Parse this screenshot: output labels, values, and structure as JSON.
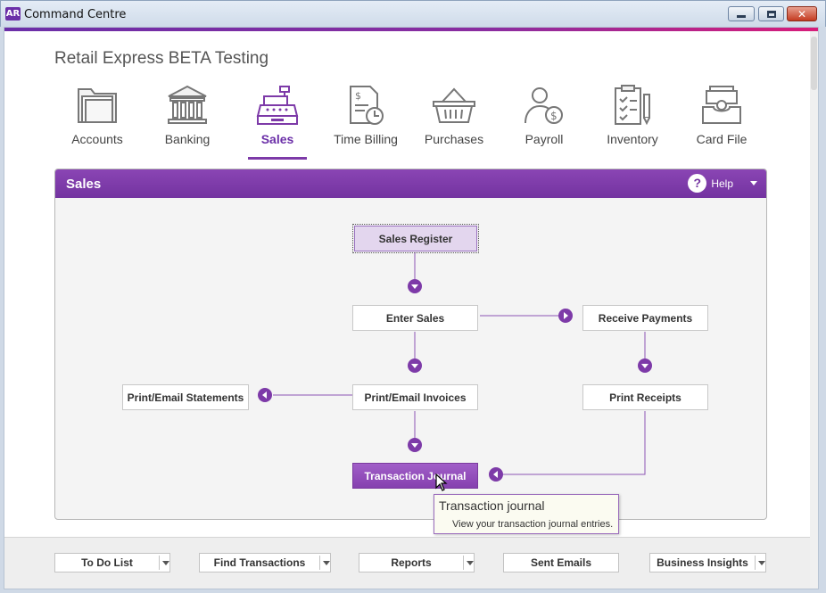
{
  "window": {
    "logo": "AR",
    "title": "Command Centre"
  },
  "company_name": "Retail Express BETA Testing",
  "nav": [
    {
      "label": "Accounts",
      "icon": "folder-icon"
    },
    {
      "label": "Banking",
      "icon": "bank-icon"
    },
    {
      "label": "Sales",
      "icon": "cash-register-icon",
      "active": true
    },
    {
      "label": "Time Billing",
      "icon": "time-billing-icon"
    },
    {
      "label": "Purchases",
      "icon": "basket-icon"
    },
    {
      "label": "Payroll",
      "icon": "payroll-icon"
    },
    {
      "label": "Inventory",
      "icon": "clipboard-icon"
    },
    {
      "label": "Card File",
      "icon": "card-file-icon"
    }
  ],
  "panel": {
    "title": "Sales",
    "help_label": "Help",
    "flow": {
      "sales_register": "Sales Register",
      "enter_sales": "Enter Sales",
      "receive_payments": "Receive Payments",
      "print_email_statements": "Print/Email Statements",
      "print_email_invoices": "Print/Email Invoices",
      "print_receipts": "Print Receipts",
      "transaction_journal": "Transaction Journal"
    }
  },
  "tooltip": {
    "title": "Transaction journal",
    "body": "View your transaction journal entries."
  },
  "bottom_toolbar": [
    {
      "label": "To Do List",
      "dropdown": true
    },
    {
      "label": "Find Transactions",
      "dropdown": true
    },
    {
      "label": "Reports",
      "dropdown": true
    },
    {
      "label": "Sent Emails",
      "dropdown": false
    },
    {
      "label": "Business Insights",
      "dropdown": true
    }
  ],
  "colors": {
    "accent": "#7d3aa8",
    "brand_pink": "#d71d7a",
    "panel_header": "#8a45b4"
  }
}
